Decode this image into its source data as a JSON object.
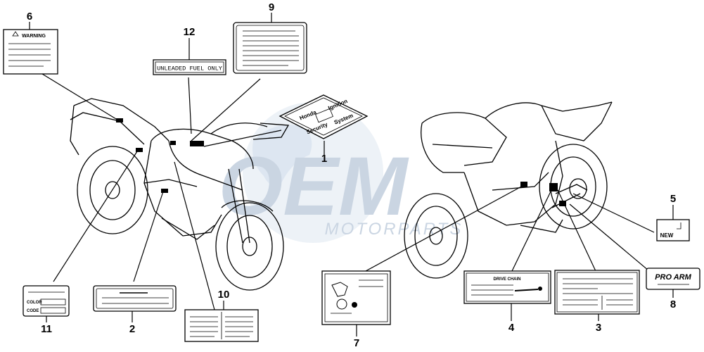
{
  "watermark": {
    "logo": "OEM",
    "text": "MOTORPARTS",
    "color": "#9fb3cc"
  },
  "callouts": [
    "1",
    "2",
    "3",
    "4",
    "5",
    "6",
    "7",
    "8",
    "9",
    "10",
    "11",
    "12"
  ],
  "labels": {
    "warning": "WARNING",
    "fuel": "UNLEADED FUEL ONLY",
    "immobilizer": [
      "Honda",
      "Ignition",
      "Security",
      "System"
    ],
    "drive_chain": "DRIVE CHAIN",
    "new": "NEW",
    "proarm": "PRO ARM",
    "color": "COLOR",
    "code": "CODE"
  }
}
